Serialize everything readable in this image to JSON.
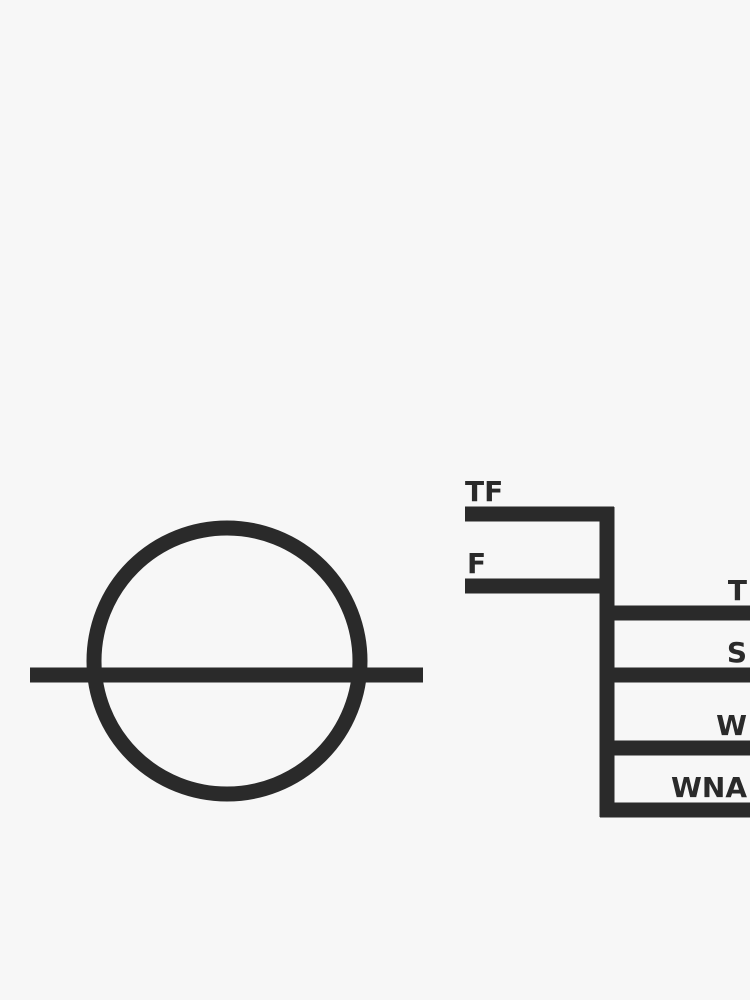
{
  "colors": {
    "background": "#f7f7f7",
    "stroke": "#2a2a2a"
  },
  "diagram": {
    "symbol": "circle-with-horizontal-bar",
    "top_labels": {
      "tf": "TF",
      "f": "F"
    },
    "right_labels": {
      "t": "T",
      "s": "S",
      "w": "W",
      "wna": "WNA"
    }
  }
}
